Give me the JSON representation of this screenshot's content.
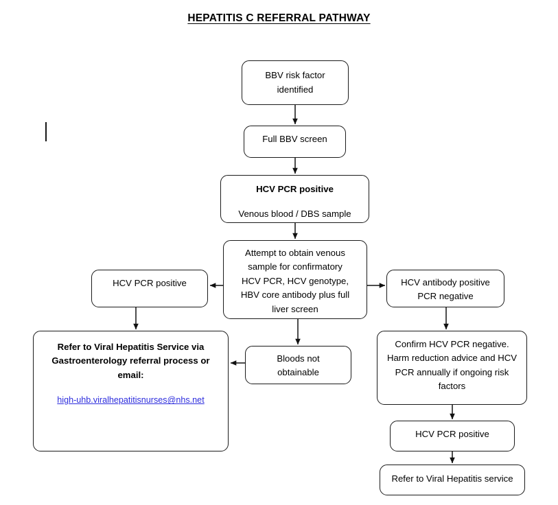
{
  "document": {
    "title": "HEPATITIS C REFERRAL PATHWAY",
    "background_color": "#ffffff",
    "text_color": "#000000",
    "border_color": "#1a1a1a",
    "link_color": "#2c2cdd"
  },
  "chart_data": {
    "type": "diagram",
    "title": "HEPATITIS C REFERRAL PATHWAY",
    "nodes": [
      {
        "id": "n1",
        "lines": [
          "BBV risk factor",
          "identified"
        ],
        "bold": false
      },
      {
        "id": "n2",
        "lines": [
          "Full BBV screen"
        ],
        "bold": false
      },
      {
        "id": "n3",
        "heading": "HCV PCR positive",
        "lines": [
          "Venous blood / DBS sample"
        ],
        "bold_heading": true
      },
      {
        "id": "n4",
        "lines": [
          "Attempt to obtain venous",
          "sample for confirmatory",
          "HCV PCR, HCV genotype,",
          "HBV core antibody plus full",
          "liver screen"
        ],
        "bold": false
      },
      {
        "id": "n5",
        "lines": [
          "HCV PCR positive"
        ],
        "bold": false
      },
      {
        "id": "n6",
        "lines": [
          "HCV antibody positive",
          "PCR negative"
        ],
        "bold": false
      },
      {
        "id": "n7",
        "lines": [
          "Refer to Viral Hepatitis Service via",
          "Gastroenterology referral process or",
          "email:"
        ],
        "bold": true,
        "link": "high-uhb.viralhepatitisnurses@nhs.net"
      },
      {
        "id": "n8",
        "lines": [
          "Bloods not",
          "obtainable"
        ],
        "bold": false
      },
      {
        "id": "n9",
        "lines": [
          "Confirm HCV PCR negative.",
          "Harm reduction advice and HCV",
          "PCR annually if ongoing risk",
          "factors"
        ],
        "bold": false
      },
      {
        "id": "n10",
        "lines": [
          "HCV PCR positive"
        ],
        "bold": false
      },
      {
        "id": "n11",
        "lines": [
          "Refer to Viral Hepatitis service"
        ],
        "bold": false
      }
    ],
    "edges": [
      {
        "from": "n1",
        "to": "n2",
        "direction": "down"
      },
      {
        "from": "n2",
        "to": "n3",
        "direction": "down"
      },
      {
        "from": "n3",
        "to": "n4",
        "direction": "down"
      },
      {
        "from": "n4",
        "to": "n5",
        "direction": "left"
      },
      {
        "from": "n4",
        "to": "n6",
        "direction": "right"
      },
      {
        "from": "n5",
        "to": "n7",
        "direction": "down"
      },
      {
        "from": "n4",
        "to": "n8",
        "direction": "down"
      },
      {
        "from": "n8",
        "to": "n7",
        "direction": "left"
      },
      {
        "from": "n6",
        "to": "n9",
        "direction": "down"
      },
      {
        "from": "n9",
        "to": "n10",
        "direction": "down"
      },
      {
        "from": "n10",
        "to": "n11",
        "direction": "down"
      }
    ]
  },
  "nodes": {
    "bbv_risk": {
      "line1": "BBV risk factor",
      "line2": "identified"
    },
    "bbv_screen": {
      "line1": "Full BBV screen"
    },
    "hcv_pcr_pos_top": {
      "heading": "HCV PCR positive",
      "line1": "Venous blood / DBS sample"
    },
    "attempt_venous": {
      "line1": "Attempt to obtain venous",
      "line2": "sample for confirmatory",
      "line3": "HCV PCR, HCV genotype,",
      "line4": "HBV core antibody plus full",
      "line5": "liver screen"
    },
    "hcv_pcr_pos_left": {
      "line1": "HCV PCR positive"
    },
    "hcv_ab_pos": {
      "line1": "HCV antibody positive",
      "line2": "PCR negative"
    },
    "refer_viral_hep": {
      "line1": "Refer to Viral Hepatitis Service via",
      "line2": "Gastroenterology referral process or",
      "line3": "email:",
      "email": "high-uhb.viralhepatitisnurses@nhs.net"
    },
    "bloods_not_obtainable": {
      "line1": "Bloods not",
      "line2": "obtainable"
    },
    "confirm_negative": {
      "line1": "Confirm HCV PCR negative.",
      "line2": "Harm reduction advice and HCV",
      "line3": "PCR annually if ongoing risk",
      "line4": "factors"
    },
    "hcv_pcr_pos_bottom": {
      "line1": "HCV PCR positive"
    },
    "refer_service_bottom": {
      "line1": "Refer to Viral Hepatitis service"
    }
  }
}
